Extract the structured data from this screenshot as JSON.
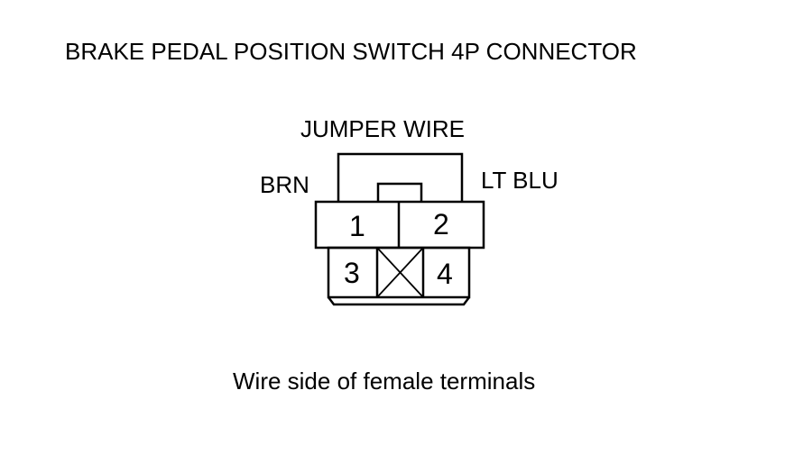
{
  "title": "BRAKE PEDAL POSITION SWITCH 4P CONNECTOR",
  "jumper_label": "JUMPER WIRE",
  "wire_left": "BRN",
  "wire_right": "LT BLU",
  "caption": "Wire side of female terminals",
  "terminals": {
    "t1": "1",
    "t2": "2",
    "t3": "3",
    "t4": "4"
  },
  "empty_cavity_icon": "x-mark-icon",
  "colors": {
    "line": "#000000",
    "background": "#ffffff"
  }
}
